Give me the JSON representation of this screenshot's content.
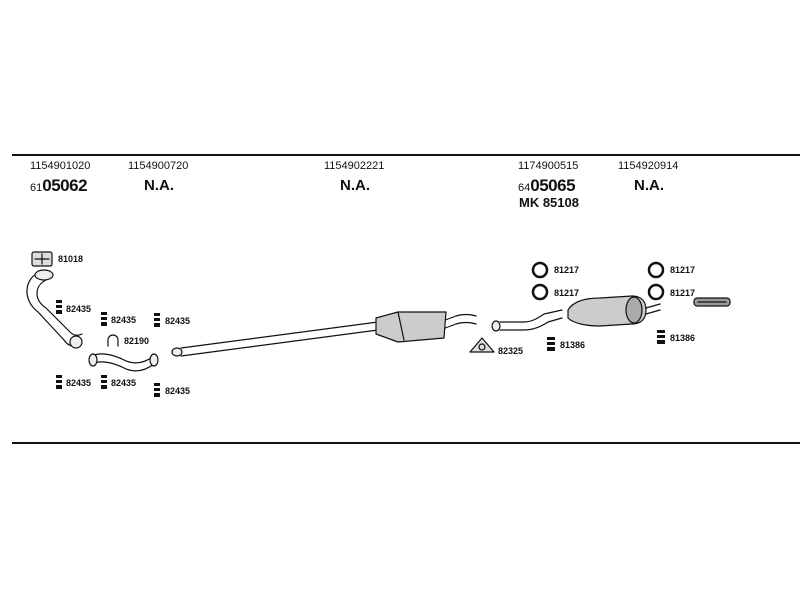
{
  "columns": [
    {
      "part_number": "1154901020",
      "code_prefix": "61",
      "code_main": "05062"
    },
    {
      "part_number": "1154900720",
      "status": "N.A."
    },
    {
      "part_number": "1154902221",
      "status": "N.A."
    },
    {
      "part_number": "1174900515",
      "code_prefix": "64",
      "code_main": "05065",
      "extra": "MK 85108"
    },
    {
      "part_number": "1154920914",
      "status": "N.A."
    }
  ],
  "refs": {
    "flange": "81018",
    "bolt_1": "82435",
    "bolt_2": "82435",
    "bolt_3": "82435",
    "bolt_4": "82435",
    "bolt_5": "82435",
    "bolt_6": "82435",
    "clamp": "82190",
    "bracket": "82325",
    "ring_1": "81217",
    "ring_2": "81217",
    "ring_3": "81217",
    "ring_4": "81217",
    "rubber_1": "81386",
    "rubber_2": "81386"
  }
}
